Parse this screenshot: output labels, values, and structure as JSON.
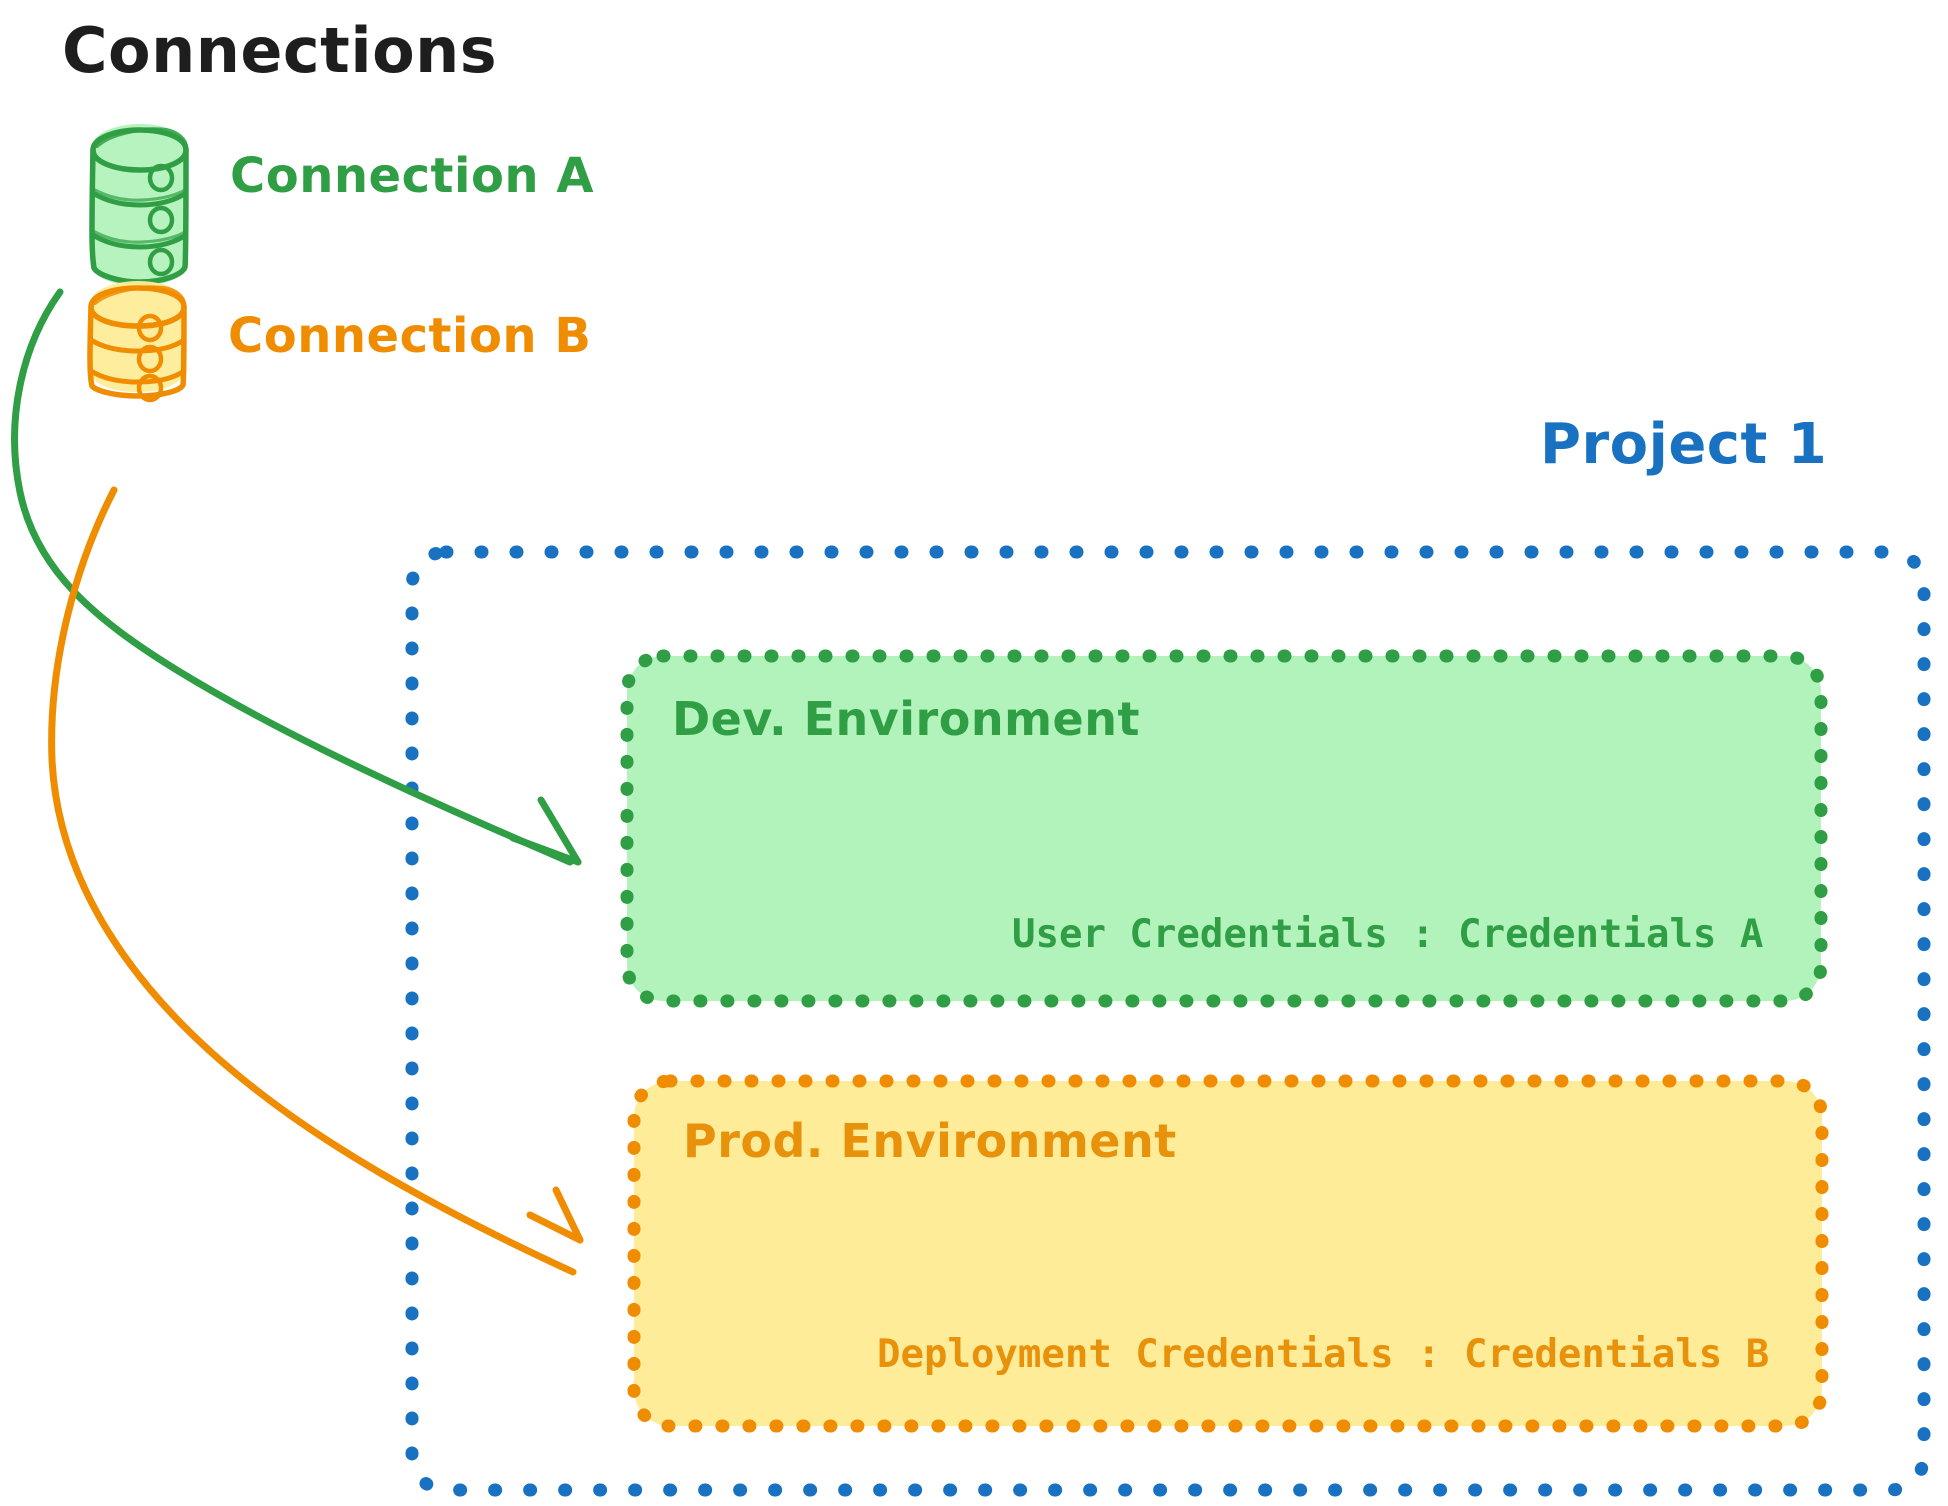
{
  "diagram": {
    "title": "Connections",
    "title_color": "#1e1e1e"
  },
  "connections": {
    "heading": "Connections",
    "items": [
      {
        "label": "Connection A",
        "icon": "database-icon",
        "stroke": "#2f9e44",
        "fill": "#b2f2bb",
        "text_color": "#2f9e44"
      },
      {
        "label": "Connection B",
        "icon": "database-icon",
        "stroke": "#f08c00",
        "fill": "#ffec99",
        "text_color": "#f08c00"
      }
    ]
  },
  "project": {
    "label": "Project 1",
    "border_color": "#1971c2",
    "environments": [
      {
        "name": "dev",
        "title": "Dev. Environment",
        "credential_label": "User Credentials",
        "credential_separator": ":",
        "credential_value": "Credentials A",
        "credential_line": "User Credentials : Credentials A",
        "stroke": "#2f9e44",
        "fill": "#b2f2bb",
        "text_color": "#2f9e44"
      },
      {
        "name": "prod",
        "title": "Prod. Environment",
        "credential_label": "Deployment Credentials",
        "credential_separator": ":",
        "credential_value": "Credentials B",
        "credential_line": "Deployment Credentials : Credentials B",
        "stroke": "#f08c00",
        "fill": "#ffec99",
        "text_color": "#e8920c"
      }
    ]
  },
  "arrows": [
    {
      "name": "connection-a-to-dev",
      "from": "Connection A",
      "to": "Dev. Environment",
      "color": "#2f9e44"
    },
    {
      "name": "connection-b-to-prod",
      "from": "Connection B",
      "to": "Prod. Environment",
      "color": "#f08c00"
    }
  ]
}
